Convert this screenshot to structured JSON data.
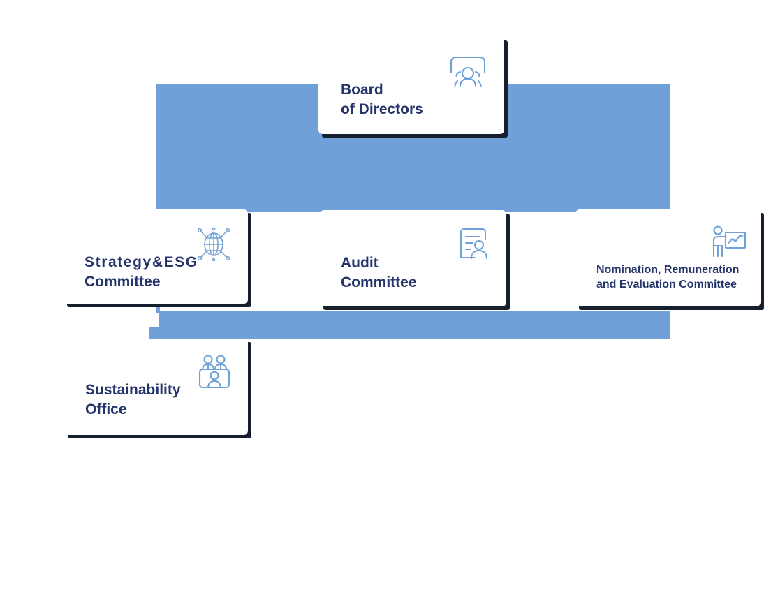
{
  "diagram": {
    "title": "Governance structure chart",
    "colors": {
      "band": "#6fa0d8",
      "card_shadow": "#161f2e",
      "card_face": "#ffffff",
      "text": "#25346b",
      "icon": "#6fa0d8"
    },
    "nodes": [
      {
        "id": "board",
        "label": "Board\nof Directors",
        "icon": "group-of-people-icon",
        "level": 1
      },
      {
        "id": "strategy",
        "label_line1": "Strategy&ESG",
        "label_line2": "Committee",
        "icon": "globe-network-icon",
        "level": 2
      },
      {
        "id": "audit",
        "label": "Audit\nCommittee",
        "icon": "document-person-icon",
        "level": 2
      },
      {
        "id": "nomination",
        "label": "Nomination, Remuneration\nand Evaluation Committee",
        "icon": "presenter-chart-icon",
        "level": 2
      },
      {
        "id": "sustainability",
        "label": "Sustainability\nOffice",
        "icon": "panel-of-people-icon",
        "level": 3
      }
    ]
  }
}
